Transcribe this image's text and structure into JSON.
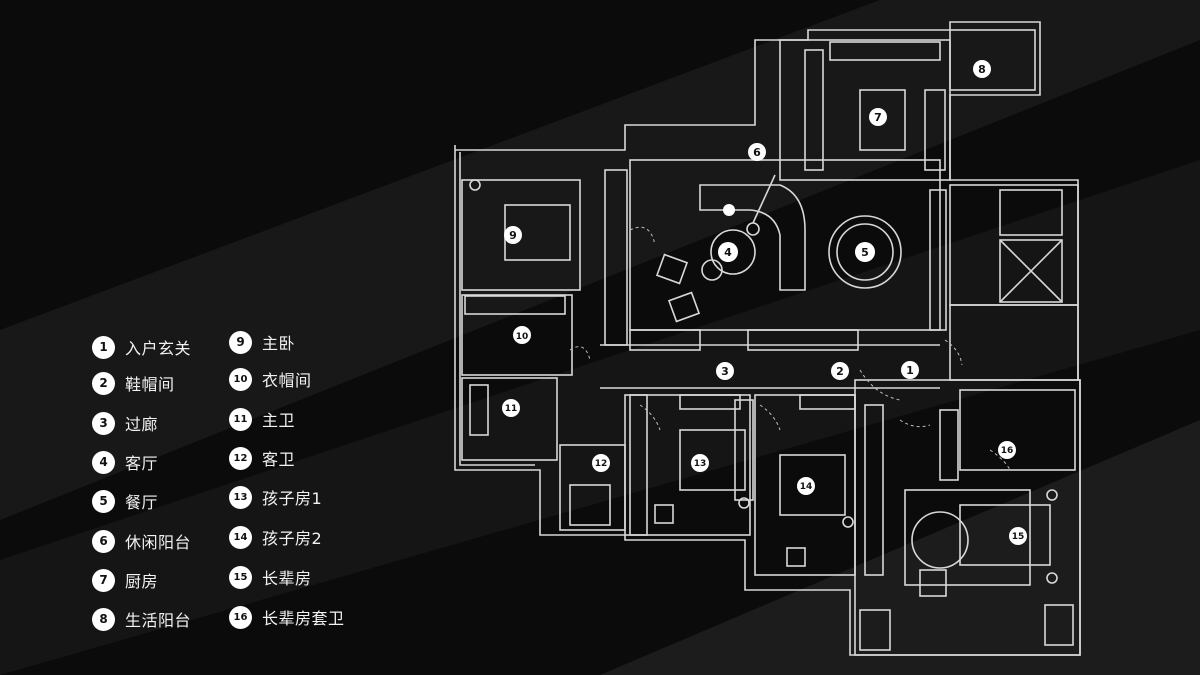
{
  "colors": {
    "background": "#0b0b0b",
    "band": "#1c1c1c",
    "line": "#d8d8d8",
    "marker_fill": "#ffffff",
    "marker_text": "#111111"
  },
  "legend": {
    "left_column": [
      {
        "num": "1",
        "label": "入户玄关"
      },
      {
        "num": "2",
        "label": "鞋帽间"
      },
      {
        "num": "3",
        "label": "过廊"
      },
      {
        "num": "4",
        "label": "客厅"
      },
      {
        "num": "5",
        "label": "餐厅"
      },
      {
        "num": "6",
        "label": "休闲阳台"
      },
      {
        "num": "7",
        "label": "厨房"
      },
      {
        "num": "8",
        "label": "生活阳台"
      }
    ],
    "right_column": [
      {
        "num": "9",
        "label": "主卧"
      },
      {
        "num": "10",
        "label": "衣帽间"
      },
      {
        "num": "11",
        "label": "主卫"
      },
      {
        "num": "12",
        "label": "客卫"
      },
      {
        "num": "13",
        "label": "孩子房1"
      },
      {
        "num": "14",
        "label": "孩子房2"
      },
      {
        "num": "15",
        "label": "长辈房"
      },
      {
        "num": "16",
        "label": "长辈房套卫"
      }
    ]
  },
  "plan_markers": {
    "m1": "1",
    "m2": "2",
    "m3": "3",
    "m4": "4",
    "m5": "5",
    "m6": "6",
    "m7": "7",
    "m8": "8",
    "m9": "9",
    "m10": "10",
    "m11": "11",
    "m12": "12",
    "m13": "13",
    "m14": "14",
    "m15": "15",
    "m16": "16"
  }
}
